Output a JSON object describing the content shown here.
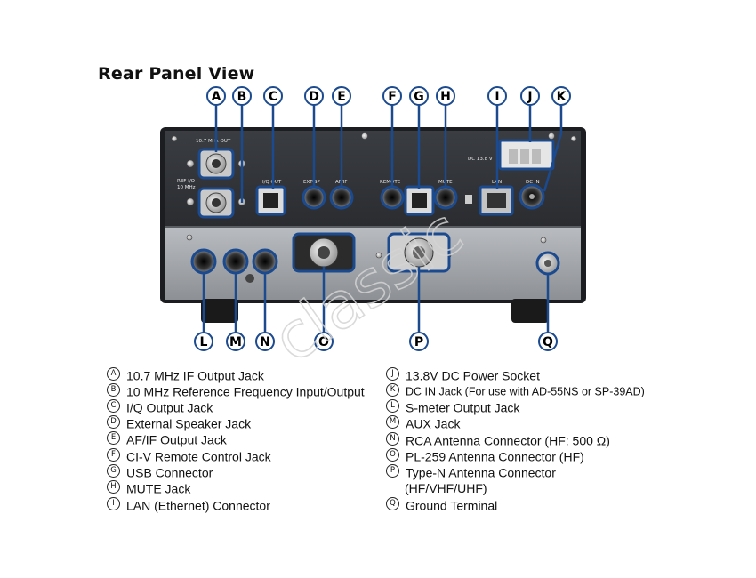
{
  "header": {
    "title": "Rear Panel View"
  },
  "panel_labels": {
    "if_out": "10.7 MHz OUT",
    "ref_io": "REF I/O",
    "ref_freq": "10 MHz",
    "iq_out": "I/Q OUT",
    "ext_sp": "EXT-SP",
    "af_if": "AF/IF",
    "remote": "REMOTE",
    "mute": "MUTE",
    "lan": "LAN",
    "dc_in": "DC IN",
    "dc_13_8": "DC 13.8 V"
  },
  "watermark": "classic",
  "callouts": [
    "A",
    "B",
    "C",
    "D",
    "E",
    "F",
    "G",
    "H",
    "I",
    "J",
    "K",
    "L",
    "M",
    "N",
    "O",
    "P",
    "Q"
  ],
  "legend": {
    "left": [
      {
        "letter": "A",
        "text": "10.7 MHz IF Output Jack"
      },
      {
        "letter": "B",
        "text": "10 MHz Reference Frequency Input/Output"
      },
      {
        "letter": "C",
        "text": "I/Q Output Jack"
      },
      {
        "letter": "D",
        "text": "External Speaker Jack"
      },
      {
        "letter": "E",
        "text": "AF/IF Output Jack"
      },
      {
        "letter": "F",
        "text": "CI-V Remote Control Jack"
      },
      {
        "letter": "G",
        "text": "USB Connector"
      },
      {
        "letter": "H",
        "text": "MUTE Jack"
      },
      {
        "letter": "I",
        "text": "LAN (Ethernet) Connector"
      }
    ],
    "right": [
      {
        "letter": "J",
        "text": "13.8V DC Power Socket"
      },
      {
        "letter": "K",
        "text": "DC IN Jack (For use with AD-55NS or SP-39AD)"
      },
      {
        "letter": "L",
        "text": "S-meter Output Jack"
      },
      {
        "letter": "M",
        "text": "AUX Jack"
      },
      {
        "letter": "N",
        "text": "RCA Antenna Connector (HF: 500 Ω)"
      },
      {
        "letter": "O",
        "text": "PL-259 Antenna Connector (HF)"
      },
      {
        "letter": "P",
        "text": "Type-N Antenna Connector"
      },
      {
        "letter": "Q",
        "text": "Ground Terminal"
      }
    ],
    "right_continuation": "(HF/VHF/UHF)"
  }
}
